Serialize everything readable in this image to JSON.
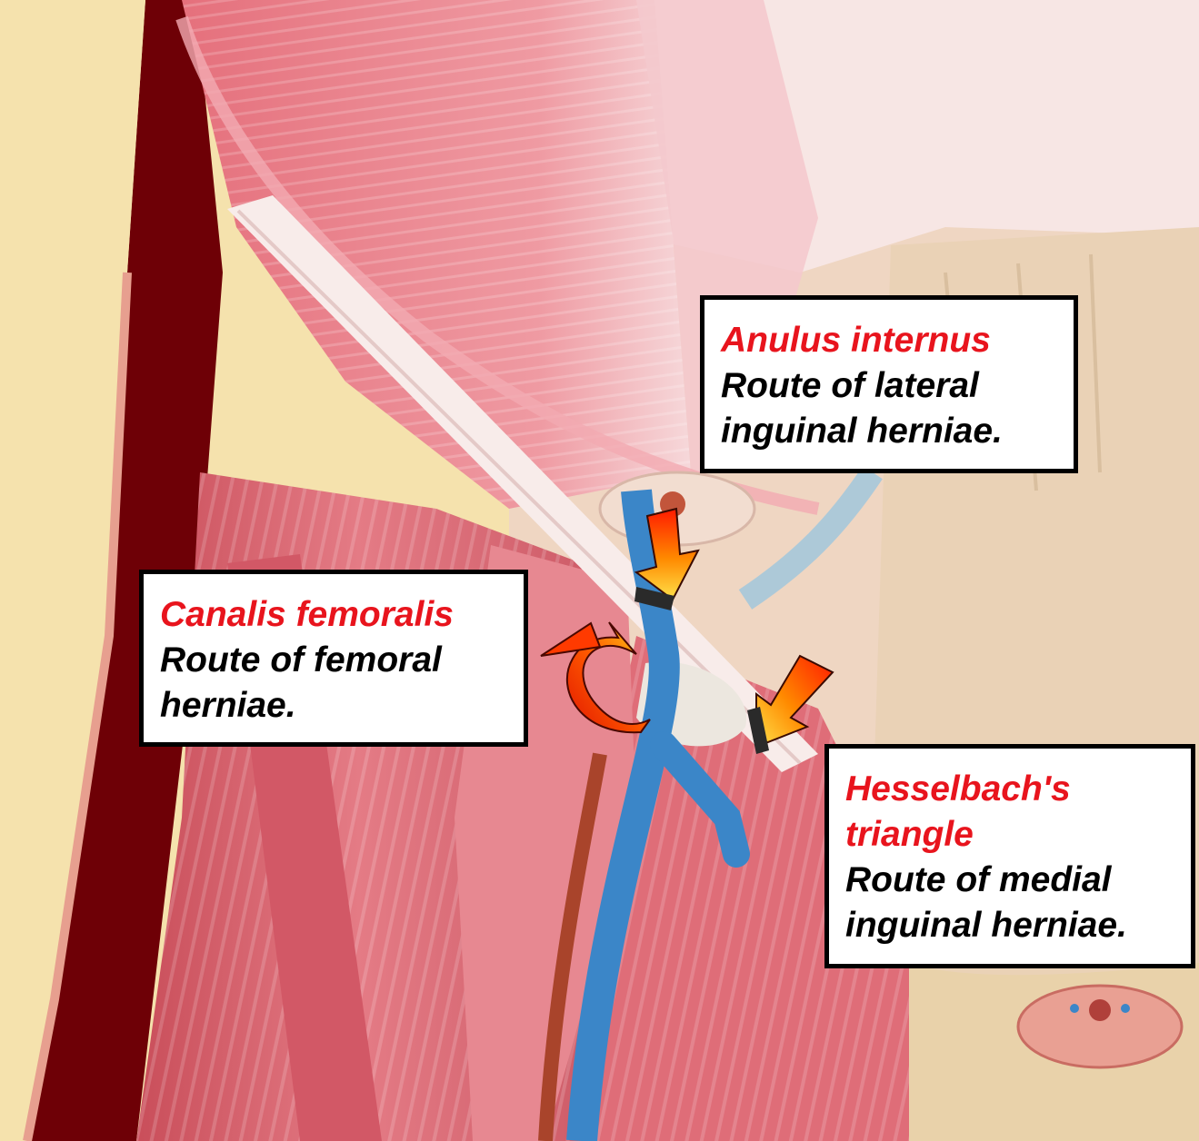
{
  "colors": {
    "label_title": "#e8141d",
    "label_text": "#000000",
    "muscle": "#d9606b",
    "vein": "#3b86c8",
    "arrow_hot": "#ff2a00",
    "arrow_warm": "#ffd21a"
  },
  "labels": {
    "anulus": {
      "title": "Anulus internus",
      "line1": "Route of lateral",
      "line2": "inguinal herniae."
    },
    "canalis": {
      "title": "Canalis femoralis",
      "line1": "Route of femoral",
      "line2": "herniae."
    },
    "hesselbach": {
      "title1": "Hesselbach's",
      "title2": "triangle",
      "line1": "Route of medial",
      "line2": "inguinal herniae."
    }
  }
}
